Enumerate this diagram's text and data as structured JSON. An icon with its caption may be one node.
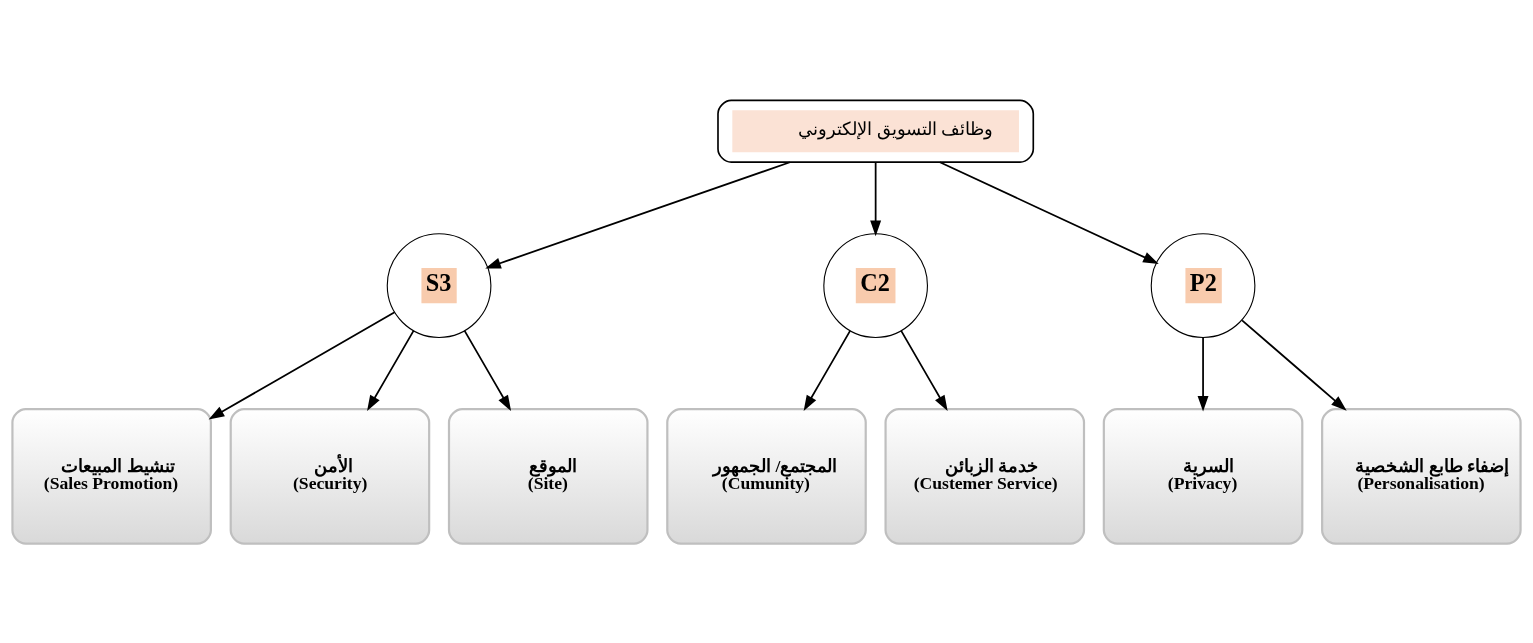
{
  "diagram": {
    "nodes": [
      {
        "text": [
          "وظائف التسويق الإلكتروني"
        ]
      },
      {
        "text": [
          "S3"
        ]
      },
      {
        "text": [
          "C2"
        ]
      },
      {
        "text": [
          "P2"
        ]
      },
      {
        "text": [
          "تنشيط المبيعات",
          "(Sales Promotion)"
        ]
      },
      {
        "text": [
          "الأمن",
          "(Security)"
        ]
      },
      {
        "text": [
          "الموقع",
          "(Site)"
        ]
      },
      {
        "text": [
          "المجتمع/ الجمهور",
          "(Cumunity)"
        ]
      },
      {
        "text": [
          "خدمة الزبائن",
          "(Custemer Service)"
        ]
      },
      {
        "text": [
          "السرية",
          "(Privacy)"
        ]
      },
      {
        "text": [
          "إضفاء طابع الشخصية",
          "(Personalisation)"
        ]
      }
    ],
    "edges": [
      {
        "from": 0,
        "to": 1,
        "arrow": "to"
      },
      {
        "from": 0,
        "to": 2,
        "arrow": "to"
      },
      {
        "from": 0,
        "to": 3,
        "arrow": "to"
      },
      {
        "from": 1,
        "to": 4,
        "arrow": "to"
      },
      {
        "from": 1,
        "to": 5,
        "arrow": "to"
      },
      {
        "from": 1,
        "to": 6,
        "arrow": "to"
      },
      {
        "from": 2,
        "to": 7,
        "arrow": "to"
      },
      {
        "from": 2,
        "to": 8,
        "arrow": "to"
      },
      {
        "from": 3,
        "to": 9,
        "arrow": "to"
      },
      {
        "from": 3,
        "to": 10,
        "arrow": "to"
      }
    ]
  }
}
